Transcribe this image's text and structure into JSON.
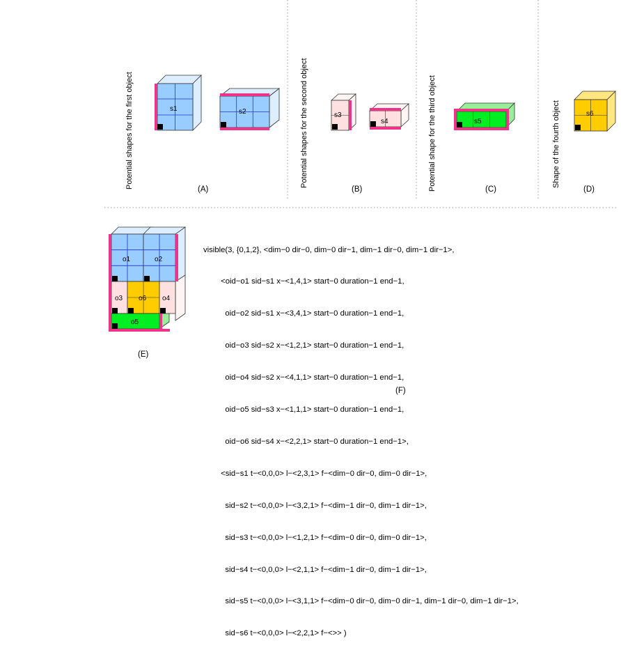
{
  "colors": {
    "blue": "#99ccff",
    "pink": "#ffe0e0",
    "green": "#00ee22",
    "yellow": "#ffcc00",
    "magenta": "#ee3388",
    "grid": "#2233cc"
  },
  "panels": {
    "A": {
      "caption": "(A)",
      "side_label": "Potential shapes for the first object"
    },
    "B": {
      "caption": "(B)",
      "side_label": "Potential shapes for the second object"
    },
    "C": {
      "caption": "(C)",
      "side_label": "Potential shape for the third object"
    },
    "D": {
      "caption": "(D)",
      "side_label": "Shape of the fourth object"
    },
    "E": {
      "caption": "(E)"
    },
    "F": {
      "caption": "(F)"
    }
  },
  "shapes": {
    "s1": "s1",
    "s2": "s2",
    "s3": "s3",
    "s4": "s4",
    "s5": "s5",
    "s6": "s6"
  },
  "objects": {
    "o1": "o1",
    "o2": "o2",
    "o3": "o3",
    "o4": "o4",
    "o5": "o5",
    "o6": "o6"
  },
  "constraint_lines": [
    "visible(3, {0,1,2}, <dim−0 dir−0, dim−0 dir−1, dim−1 dir−0, dim−1 dir−1>,",
    "        <oid−o1 sid−s1 x−<1,4,1> start−0 duration−1 end−1,",
    "          oid−o2 sid−s1 x−<3,4,1> start−0 duration−1 end−1,",
    "          oid−o3 sid−s2 x−<1,2,1> start−0 duration−1 end−1,",
    "          oid−o4 sid−s2 x−<4,1,1> start−0 duration−1 end−1,",
    "          oid−o5 sid−s3 x−<1,1,1> start−0 duration−1 end−1,",
    "          oid−o6 sid−s4 x−<2,2,1> start−0 duration−1 end−1>,",
    "        <sid−s1 t−<0,0,0> l−<2,3,1> f−<dim−0 dir−0, dim−0 dir−1>,",
    "          sid−s2 t−<0,0,0> l−<3,2,1> f−<dim−1 dir−0, dim−1 dir−1>,",
    "          sid−s3 t−<0,0,0> l−<1,2,1> f−<dim−0 dir−0, dim−0 dir−1>,",
    "          sid−s4 t−<0,0,0> l−<2,1,1> f−<dim−1 dir−0, dim−1 dir−1>,",
    "          sid−s5 t−<0,0,0> l−<3,1,1> f−<dim−0 dir−0, dim−0 dir−1, dim−1 dir−0, dim−1 dir−1>,",
    "          sid−s6 t−<0,0,0> l−<2,2,1> f−<>> )"
  ]
}
